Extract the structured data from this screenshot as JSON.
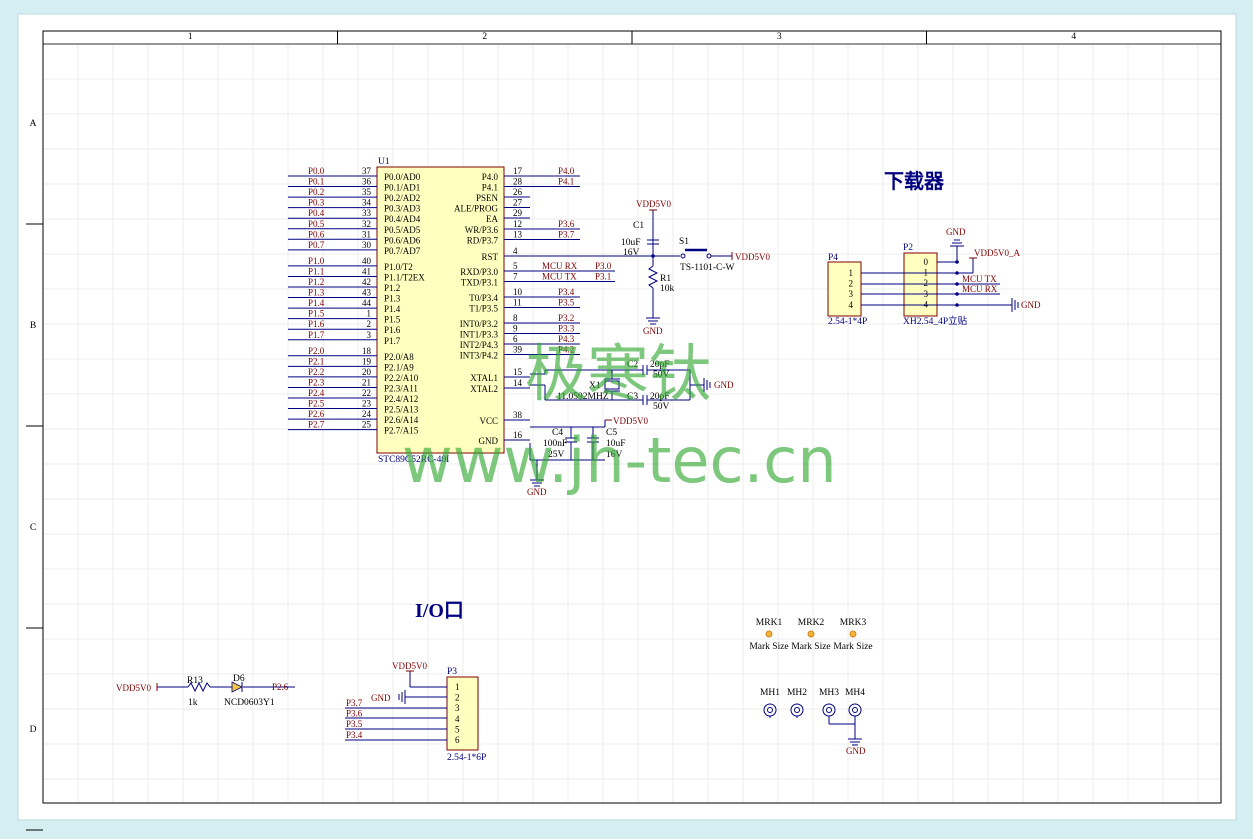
{
  "frame": {
    "columns": [
      "1",
      "2",
      "3",
      "4"
    ],
    "rows": [
      "A",
      "B",
      "C",
      "D"
    ]
  },
  "u1": {
    "ref": "U1",
    "part": "STC89C52RC-40I",
    "left_pins": [
      {
        "num": "37",
        "name": "P0.0/AD0",
        "net": "P0.0"
      },
      {
        "num": "36",
        "name": "P0.1/AD1",
        "net": "P0.1"
      },
      {
        "num": "35",
        "name": "P0.2/AD2",
        "net": "P0.2"
      },
      {
        "num": "34",
        "name": "P0.3/AD3",
        "net": "P0.3"
      },
      {
        "num": "33",
        "name": "P0.4/AD4",
        "net": "P0.4"
      },
      {
        "num": "32",
        "name": "P0.5/AD5",
        "net": "P0.5"
      },
      {
        "num": "31",
        "name": "P0.6/AD6",
        "net": "P0.6"
      },
      {
        "num": "30",
        "name": "P0.7/AD7",
        "net": "P0.7"
      },
      {
        "num": "40",
        "name": "P1.0/T2",
        "net": "P1.0"
      },
      {
        "num": "41",
        "name": "P1.1/T2EX",
        "net": "P1.1"
      },
      {
        "num": "42",
        "name": "P1.2",
        "net": "P1.2"
      },
      {
        "num": "43",
        "name": "P1.3",
        "net": "P1.3"
      },
      {
        "num": "44",
        "name": "P1.4",
        "net": "P1.4"
      },
      {
        "num": "1",
        "name": "P1.5",
        "net": "P1.5"
      },
      {
        "num": "2",
        "name": "P1.6",
        "net": "P1.6"
      },
      {
        "num": "3",
        "name": "P1.7",
        "net": "P1.7"
      },
      {
        "num": "18",
        "name": "P2.0/A8",
        "net": "P2.0"
      },
      {
        "num": "19",
        "name": "P2.1/A9",
        "net": "P2.1"
      },
      {
        "num": "20",
        "name": "P2.2/A10",
        "net": "P2.2"
      },
      {
        "num": "21",
        "name": "P2.3/A11",
        "net": "P2.3"
      },
      {
        "num": "22",
        "name": "P2.4/A12",
        "net": "P2.4"
      },
      {
        "num": "23",
        "name": "P2.5/A13",
        "net": "P2.5"
      },
      {
        "num": "24",
        "name": "P2.6/A14",
        "net": "P2.6"
      },
      {
        "num": "25",
        "name": "P2.7/A15",
        "net": "P2.7"
      }
    ],
    "right_pins": [
      {
        "num": "17",
        "name": "P4.0",
        "net": "P4.0"
      },
      {
        "num": "28",
        "name": "P4.1",
        "net": "P4.1"
      },
      {
        "num": "26",
        "name": "PSEN",
        "net": ""
      },
      {
        "num": "27",
        "name": "ALE/PROG",
        "net": ""
      },
      {
        "num": "29",
        "name": "EA",
        "net": ""
      },
      {
        "num": "12",
        "name": "WR/P3.6",
        "net": "P3.6"
      },
      {
        "num": "13",
        "name": "RD/P3.7",
        "net": "P3.7"
      },
      {
        "num": "4",
        "name": "RST",
        "net": ""
      },
      {
        "num": "5",
        "name": "RXD/P3.0",
        "net": "P3.0",
        "net2": "MCU RX"
      },
      {
        "num": "7",
        "name": "TXD/P3.1",
        "net": "P3.1",
        "net2": "MCU TX"
      },
      {
        "num": "10",
        "name": "T0/P3.4",
        "net": "P3.4"
      },
      {
        "num": "11",
        "name": "T1/P3.5",
        "net": "P3.5"
      },
      {
        "num": "8",
        "name": "INT0/P3.2",
        "net": "P3.2"
      },
      {
        "num": "9",
        "name": "INT1/P3.3",
        "net": "P3.3"
      },
      {
        "num": "6",
        "name": "INT2/P4.3",
        "net": "P4.3"
      },
      {
        "num": "39",
        "name": "INT3/P4.2",
        "net": "P4.2"
      },
      {
        "num": "15",
        "name": "XTAL1",
        "net": ""
      },
      {
        "num": "14",
        "name": "XTAL2",
        "net": ""
      },
      {
        "num": "38",
        "name": "VCC",
        "net": ""
      },
      {
        "num": "16",
        "name": "GND",
        "net": ""
      }
    ]
  },
  "reset": {
    "c1_ref": "C1",
    "c1_val": "10uF",
    "c1_volt": "16V",
    "s1_ref": "S1",
    "s1_part": "TS-1101-C-W",
    "r1_ref": "R1",
    "r1_val": "10k",
    "vdd": "VDD5V0",
    "gnd": "GND"
  },
  "crystal": {
    "x1_ref": "X1",
    "x1_val": "11.0592MHZ",
    "c2_ref": "C2",
    "c2_val": "20pF",
    "c2_volt": "50V",
    "c3_ref": "C3",
    "c3_val": "20pF",
    "c3_volt": "50V",
    "gnd": "GND"
  },
  "power": {
    "vdd": "VDD5V0",
    "c4_ref": "C4",
    "c4_val": "100nF",
    "c4_volt": "25V",
    "c5_ref": "C5",
    "c5_val": "10uF",
    "c5_volt": "16V",
    "gnd": "GND"
  },
  "downloader": {
    "title": "下载器",
    "p4_ref": "P4",
    "p4_part": "2.54-1*4P",
    "p4_pins": [
      "1",
      "2",
      "3",
      "4"
    ],
    "p2_ref": "P2",
    "p2_part": "XH2.54_4P立贴",
    "p2_pins": [
      "0",
      "1",
      "2",
      "3",
      "4"
    ],
    "gnd": "GND",
    "vdd": "VDD5V0_A",
    "tx": "MCU TX",
    "rx": "MCU RX",
    "gnd2": "GND"
  },
  "io": {
    "title": "I/O口",
    "p3_ref": "P3",
    "p3_part": "2.54-1*6P",
    "pins": [
      "1",
      "2",
      "3",
      "4",
      "5",
      "6"
    ],
    "vdd": "VDD5V0",
    "gnd": "GND",
    "nets": [
      "P3.7",
      "P3.6",
      "P3.5",
      "P3.4"
    ]
  },
  "led": {
    "vdd": "VDD5V0",
    "r_ref": "R13",
    "r_val": "1k",
    "d_ref": "D6",
    "d_part": "NCD0603Y1",
    "net": "P2.6"
  },
  "marks": [
    {
      "ref": "MRK1",
      "label": "Mark Size"
    },
    {
      "ref": "MRK2",
      "label": "Mark Size"
    },
    {
      "ref": "MRK3",
      "label": "Mark Size"
    }
  ],
  "holes": [
    "MH1",
    "MH2",
    "MH3",
    "MH4"
  ],
  "holes_gnd": "GND",
  "watermark": {
    "cn": "极寒钛",
    "url": "www.jh-tec.cn"
  }
}
